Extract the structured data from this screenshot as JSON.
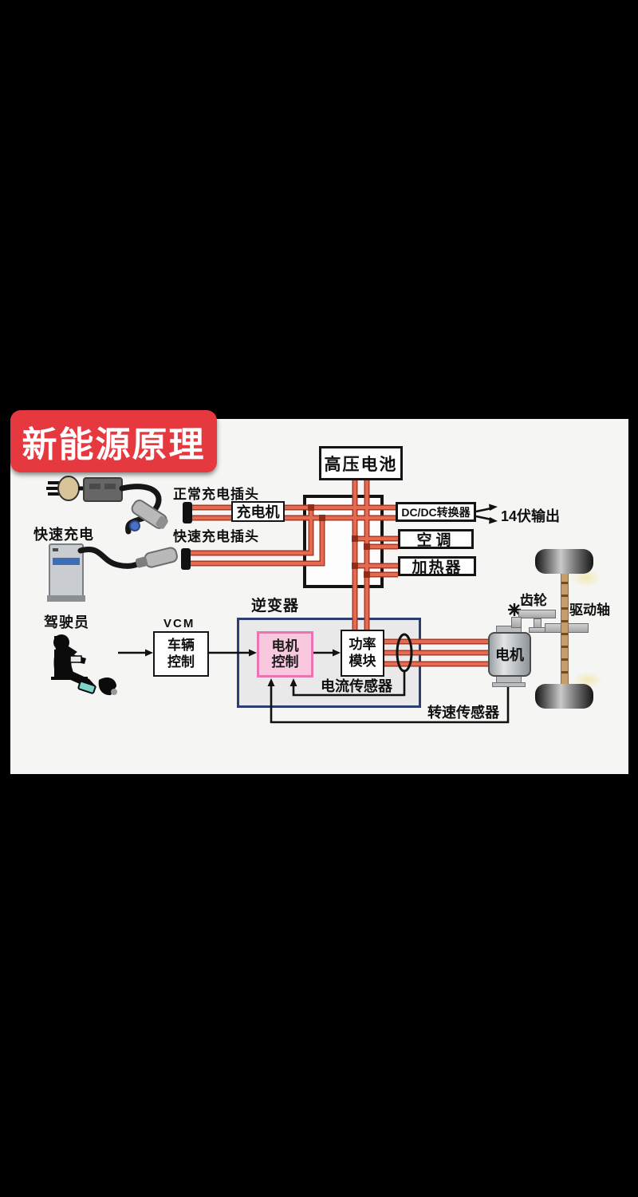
{
  "banner": {
    "title": "新能源原理",
    "bg_color": "#e5383f",
    "text_color": "#ffffff"
  },
  "labels": {
    "normal_plug": "正常充电插头",
    "fast_charge": "快速充电",
    "fast_plug": "快速充电插头",
    "driver": "驾驶员",
    "vcm": "VCM",
    "inverter": "逆变器",
    "current_sensor": "电流传感器",
    "speed_sensor": "转速传感器",
    "gear": "齿轮",
    "drive_shaft": "驱动轴",
    "output_14v": "14伏输出"
  },
  "boxes": {
    "battery": "高压电池",
    "charger": "充电机",
    "dcdc": "DC/DC转换器",
    "ac": "空调",
    "heater": "加热器",
    "vehicle_control": {
      "l1": "车辆",
      "l2": "控制"
    },
    "motor_control": {
      "l1": "电机",
      "l2": "控制"
    },
    "power_module": {
      "l1": "功率",
      "l2": "模块"
    },
    "motor": "电机"
  },
  "colors": {
    "wire_red": "#d8553c",
    "wire_red_dark": "#a63a28",
    "inverter_border": "#2c3e70",
    "motor_control_fill": "#f9c8de",
    "motor_control_border": "#ec74b2",
    "banner_red": "#e5383f"
  }
}
